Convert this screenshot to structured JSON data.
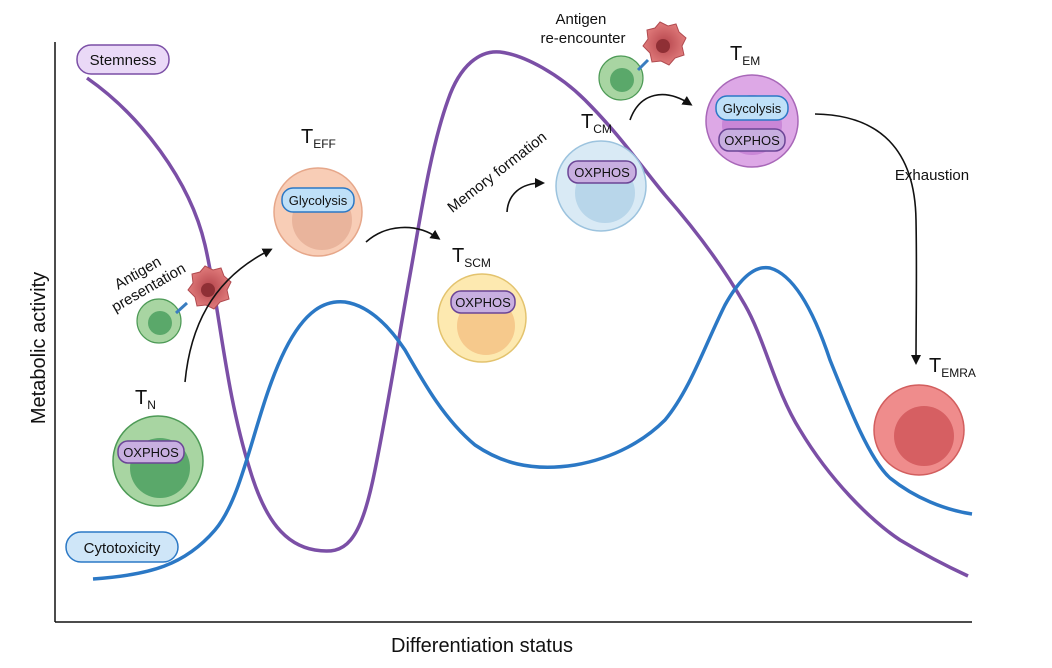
{
  "axes": {
    "ylabel": "Metabolic activity",
    "xlabel": "Differentiation status"
  },
  "curves": {
    "stemness": {
      "label": "Stemness",
      "color": "#7b4fa6"
    },
    "cytotoxicity": {
      "label": "Cytotoxicity",
      "color": "#2b78c5"
    }
  },
  "colors": {
    "glyco_fill": "#bfe0f8",
    "glyco_stroke": "#2b78c5",
    "oxphos_fill": "#c8afe0",
    "oxphos_stroke": "#6b4596"
  },
  "cells": {
    "tn": {
      "main": "T",
      "sub": "N",
      "pills": [
        "OXPHOS"
      ]
    },
    "teff": {
      "main": "T",
      "sub": "EFF",
      "pills": [
        "Glycolysis"
      ]
    },
    "tscm": {
      "main": "T",
      "sub": "SCM",
      "pills": [
        "OXPHOS"
      ]
    },
    "tcm": {
      "main": "T",
      "sub": "CM",
      "pills": [
        "OXPHOS"
      ]
    },
    "tem": {
      "main": "T",
      "sub": "EM",
      "pills": [
        "Glycolysis",
        "OXPHOS"
      ]
    },
    "temra": {
      "main": "T",
      "sub": "EMRA",
      "pills": []
    }
  },
  "annotations": {
    "antigen_presentation": [
      "Antigen",
      "presentation"
    ],
    "antigen_reencounter": [
      "Antigen",
      "re-encounter"
    ],
    "memory_formation": "Memory formation",
    "exhaustion": "Exhaustion"
  }
}
